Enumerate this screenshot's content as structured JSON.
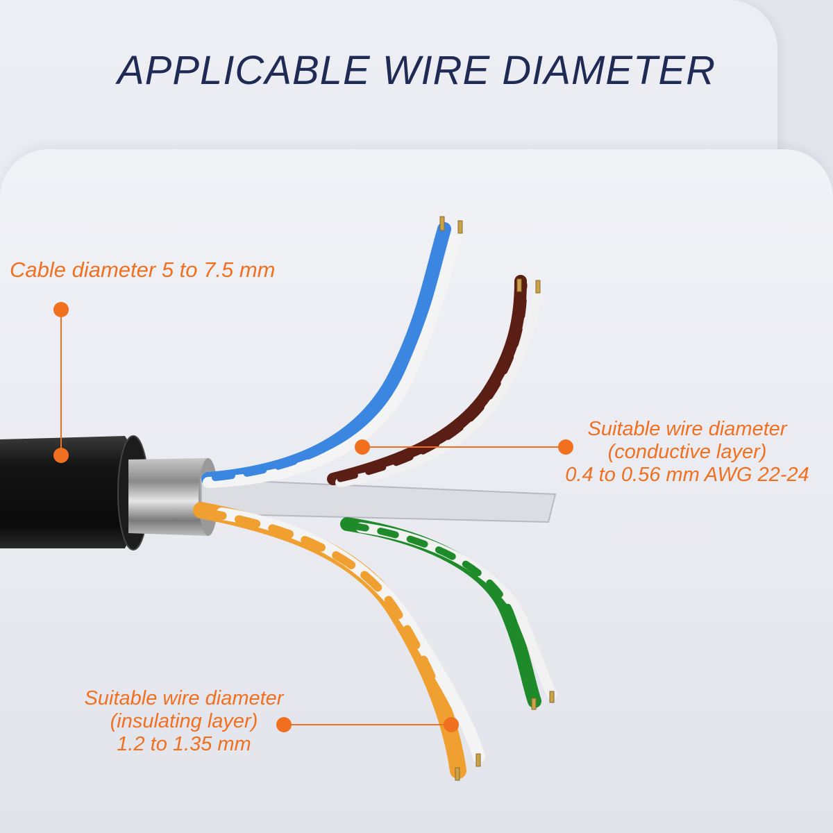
{
  "title": "APPLICABLE WIRE DIAMETER",
  "callouts": {
    "cable": {
      "text": "Cable diameter 5 to 7.5 mm"
    },
    "conductive": {
      "line1": "Suitable wire diameter",
      "line2": "(conductive layer)",
      "line3": "0.4 to 0.56 mm AWG 22-24"
    },
    "insulating": {
      "line1": "Suitable wire diameter",
      "line2": "(insulating layer)",
      "line3": "1.2 to 1.35 mm"
    }
  },
  "colors": {
    "title": "#1f2a55",
    "accent": "#f07020",
    "jacket": "#111111",
    "blue_pair": "#3a86e0",
    "brown_pair": "#5a1e14",
    "orange_pair": "#f0a030",
    "green_pair": "#1f8a2a"
  }
}
